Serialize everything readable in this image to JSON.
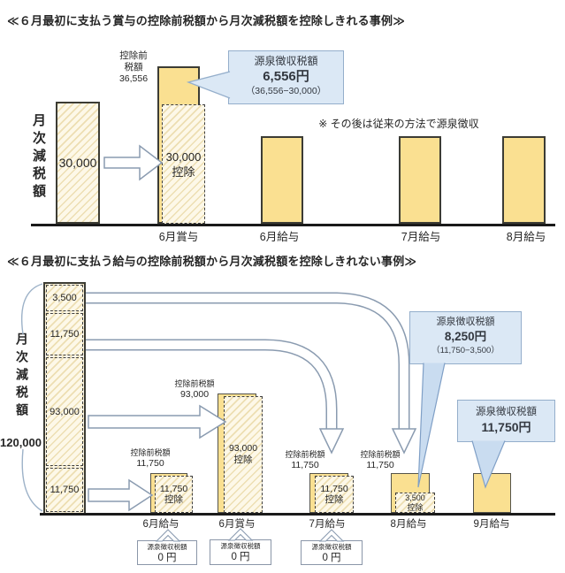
{
  "colors": {
    "bar_yellow": "#fae091",
    "hatch_stripe": "#ddc47c",
    "callout_bg": "#dbe8f5",
    "callout_border": "#94aecb",
    "arrow_outline": "#8a9bb0",
    "axis": "#1a1a1a"
  },
  "section1": {
    "title": "≪６月最初に支払う賞与の控除前税額から月次減税額を控除しきれる事例≫",
    "y_label": "月次減税額",
    "reduction_value": "30,000",
    "pretax_label": {
      "l1": "控除前",
      "l2": "税額",
      "l3": "36,556"
    },
    "deduction": {
      "l1": "30,000",
      "l2": "控除"
    },
    "callout": {
      "l1": "源泉徴収税額",
      "l2": "6,556円",
      "l3": "（36,556−30,000）"
    },
    "note": "※ その後は従来の方法で源泉徴収",
    "x_labels": [
      "6月賞与",
      "6月給与",
      "7月給与",
      "8月給与"
    ]
  },
  "section2": {
    "title": "≪６月最初に支払う給与の控除前税額から月次減税額を控除しきれない事例≫",
    "y_label": "月次減税額",
    "total_value": "120,000",
    "segments": [
      "3,500",
      "11,750",
      "93,000",
      "11,750"
    ],
    "bars": {
      "jun_salary": {
        "pretax_l1": "控除前税額",
        "pretax_l2": "11,750",
        "ded_l1": "11,750",
        "ded_l2": "控除"
      },
      "jun_bonus": {
        "pretax_l1": "控除前税額",
        "pretax_l2": "93,000",
        "ded_l1": "93,000",
        "ded_l2": "控除"
      },
      "jul_salary": {
        "pretax_l1": "控除前税額",
        "pretax_l2": "11,750",
        "ded_l1": "11,750",
        "ded_l2": "控除"
      },
      "aug_salary": {
        "pretax_l1": "控除前税額",
        "pretax_l2": "11,750",
        "ded_l1": "3,500",
        "ded_l2": "控除"
      }
    },
    "callout_aug": {
      "l1": "源泉徴収税額",
      "l2": "8,250円",
      "l3": "（11,750−3,500）"
    },
    "callout_sep": {
      "l1": "源泉徴収税額",
      "l2": "11,750円"
    },
    "zero_boxes": [
      {
        "l1": "源泉徴収税額",
        "l2": "0 円"
      },
      {
        "l1": "源泉徴収税額",
        "l2": "0 円"
      },
      {
        "l1": "源泉徴収税額",
        "l2": "0 円"
      }
    ],
    "x_labels": [
      "6月給与",
      "6月賞与",
      "7月給与",
      "8月給与",
      "9月給与"
    ]
  }
}
